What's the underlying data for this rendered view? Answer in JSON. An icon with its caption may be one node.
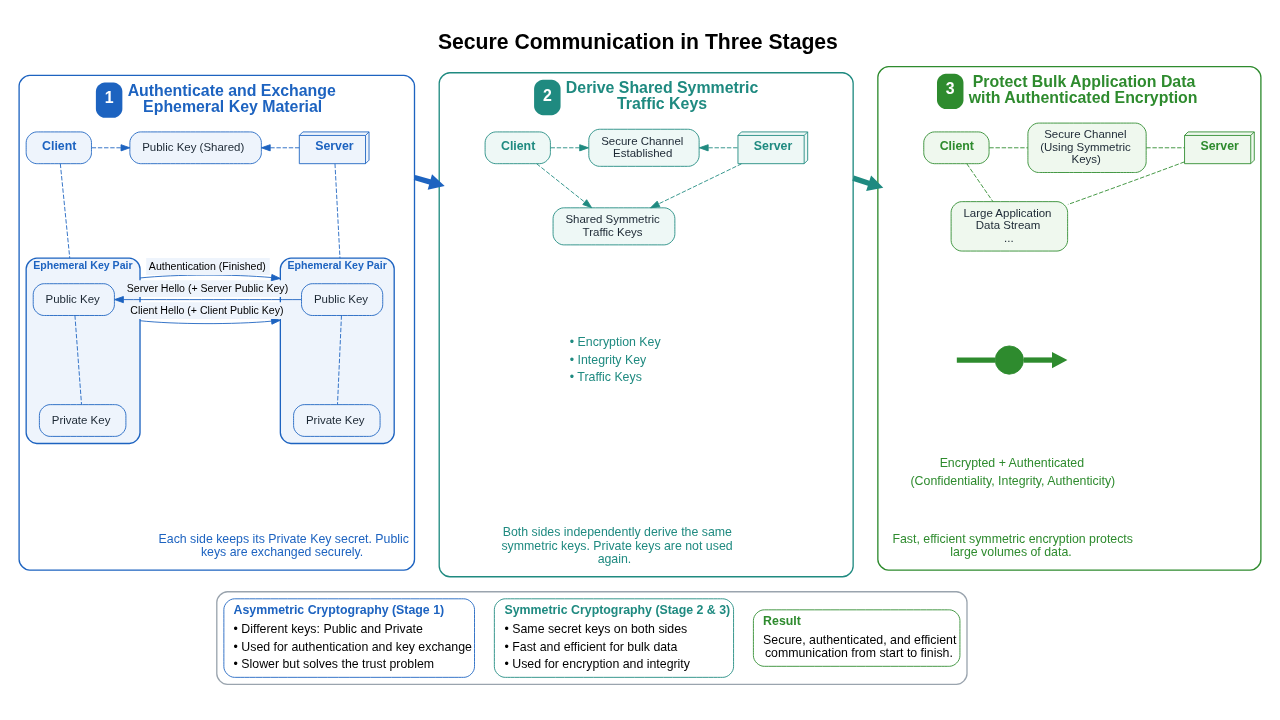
{
  "diagram": {
    "title": "Secure Communication in Three Stages",
    "nodes": [
      {
        "text": [
          "1",
          "Authenticate and Exchange Ephemeral Key Material"
        ]
      },
      {
        "text": [
          "Client"
        ],
        "in": 0
      },
      {
        "text": [
          "Public Key (Shared)"
        ],
        "in": 0
      },
      {
        "text": [
          "Server"
        ],
        "in": 0
      },
      {
        "text": [
          "Ephemeral Key Pair"
        ],
        "in": 0
      },
      {
        "text": [
          "Public Key"
        ],
        "in": 4
      },
      {
        "text": [
          "Private Key"
        ],
        "in": 4
      },
      {
        "text": [
          "Ephemeral Key Pair"
        ],
        "in": 0
      },
      {
        "text": [
          "Public Key"
        ],
        "in": 7
      },
      {
        "text": [
          "Private Key"
        ],
        "in": 7
      },
      {
        "text": [
          "2",
          "Derive Shared Symmetric Traffic Keys"
        ]
      },
      {
        "text": [
          "Client"
        ],
        "in": 10
      },
      {
        "text": [
          "Secure Channel Established"
        ],
        "in": 10
      },
      {
        "text": [
          "Server"
        ],
        "in": 10
      },
      {
        "text": [
          "Shared Symmetric Traffic Keys"
        ],
        "beside": [
          "• Encryption Key",
          "• Integrity Key",
          "• Traffic Keys"
        ],
        "in": 10
      },
      {
        "text": [
          "3",
          "Protect Bulk Application Data with Authenticated Encryption"
        ]
      },
      {
        "text": [
          "Client"
        ],
        "in": 15
      },
      {
        "text": [
          "Secure Channel (Using Symmetric Keys)"
        ],
        "in": 15
      },
      {
        "text": [
          "Server"
        ],
        "in": 15
      },
      {
        "text": [
          "Large Application Data Stream",
          "..."
        ],
        "in": 15
      },
      {
        "text": [],
        "shape": "circle",
        "beside": [
          "Encrypted + Authenticated",
          "(Confidentiality, Integrity, Authenticity)"
        ],
        "in": 15
      },
      {
        "text": [],
        "shape": "box"
      },
      {
        "text": [
          "Asymmetric Cryptography (Stage 1)",
          "• Different keys: Public and Private",
          "• Used for authentication and key exchange",
          "• Slower but solves the trust problem"
        ],
        "in": 21
      },
      {
        "text": [
          "Symmetric Cryptography (Stage 2 & 3)",
          "• Same secret keys on both sides",
          "• Fast and efficient for bulk data",
          "• Used for encryption and integrity"
        ],
        "in": 21
      },
      {
        "text": [
          "Result",
          "Secure, authenticated, and efficient communication from start to finish."
        ],
        "in": 21
      }
    ],
    "edges": [
      {
        "from": 1,
        "to": 2,
        "arrow": "to",
        "style": "dashed"
      },
      {
        "from": 3,
        "to": 2,
        "arrow": "to",
        "style": "dashed"
      },
      {
        "from": 1,
        "to": 4,
        "arrow": "none",
        "style": "dashed"
      },
      {
        "from": 3,
        "to": 7,
        "arrow": "none",
        "style": "dashed"
      },
      {
        "from": 4,
        "to": 7,
        "arrow": "to",
        "label": "Client Hello (+ Client Public Key)"
      },
      {
        "from": 7,
        "to": 4,
        "arrow": "to",
        "label": "Server Hello (+ Server Public Key)"
      },
      {
        "from": 4,
        "to": 7,
        "arrow": "to",
        "label": "Authentication (Finished)"
      },
      {
        "from": 5,
        "to": 6,
        "arrow": "none",
        "style": "dashed"
      },
      {
        "from": 8,
        "to": 9,
        "arrow": "none",
        "style": "dashed"
      },
      {
        "from": 0,
        "to": 10,
        "arrow": "to",
        "style": "thick"
      },
      {
        "from": 10,
        "to": 15,
        "arrow": "to",
        "style": "thick",
        "color": "#1f8a80"
      },
      {
        "from": 11,
        "to": 12,
        "arrow": "to",
        "style": "dashed",
        "color": "#1f8a80"
      },
      {
        "from": 13,
        "to": 12,
        "arrow": "to",
        "style": "dashed",
        "color": "#1f8a80"
      },
      {
        "from": 11,
        "to": 14,
        "arrow": "to",
        "style": "dashed",
        "color": "#1f8a80"
      },
      {
        "from": 13,
        "to": 14,
        "arrow": "to",
        "style": "dashed",
        "color": "#1f8a80"
      },
      {
        "from": 16,
        "to": 17,
        "arrow": "none",
        "style": "dashed",
        "color": "#2e8b2e"
      },
      {
        "from": 18,
        "to": 17,
        "arrow": "none",
        "style": "dashed",
        "color": "#2e8b2e"
      },
      {
        "from": 16,
        "to": 19,
        "arrow": "none",
        "style": "dashed",
        "color": "#2e8b2e"
      },
      {
        "from": 18,
        "to": 19,
        "arrow": "none",
        "style": "dashed",
        "color": "#2e8b2e"
      },
      {
        "from": null,
        "to": 20,
        "arrow": "none",
        "style": "thick",
        "color": "#2e8b2e"
      },
      {
        "from": 20,
        "to": null,
        "arrow": "to",
        "style": "thick",
        "color": "#2e8b2e"
      }
    ],
    "labels": [
      "Each side keeps its Private Key secret. Public keys are exchanged securely.",
      "Both sides independently derive the same symmetric keys. Private keys are not used again.",
      "Fast, efficient symmetric encryption protects large volumes of data."
    ]
  }
}
